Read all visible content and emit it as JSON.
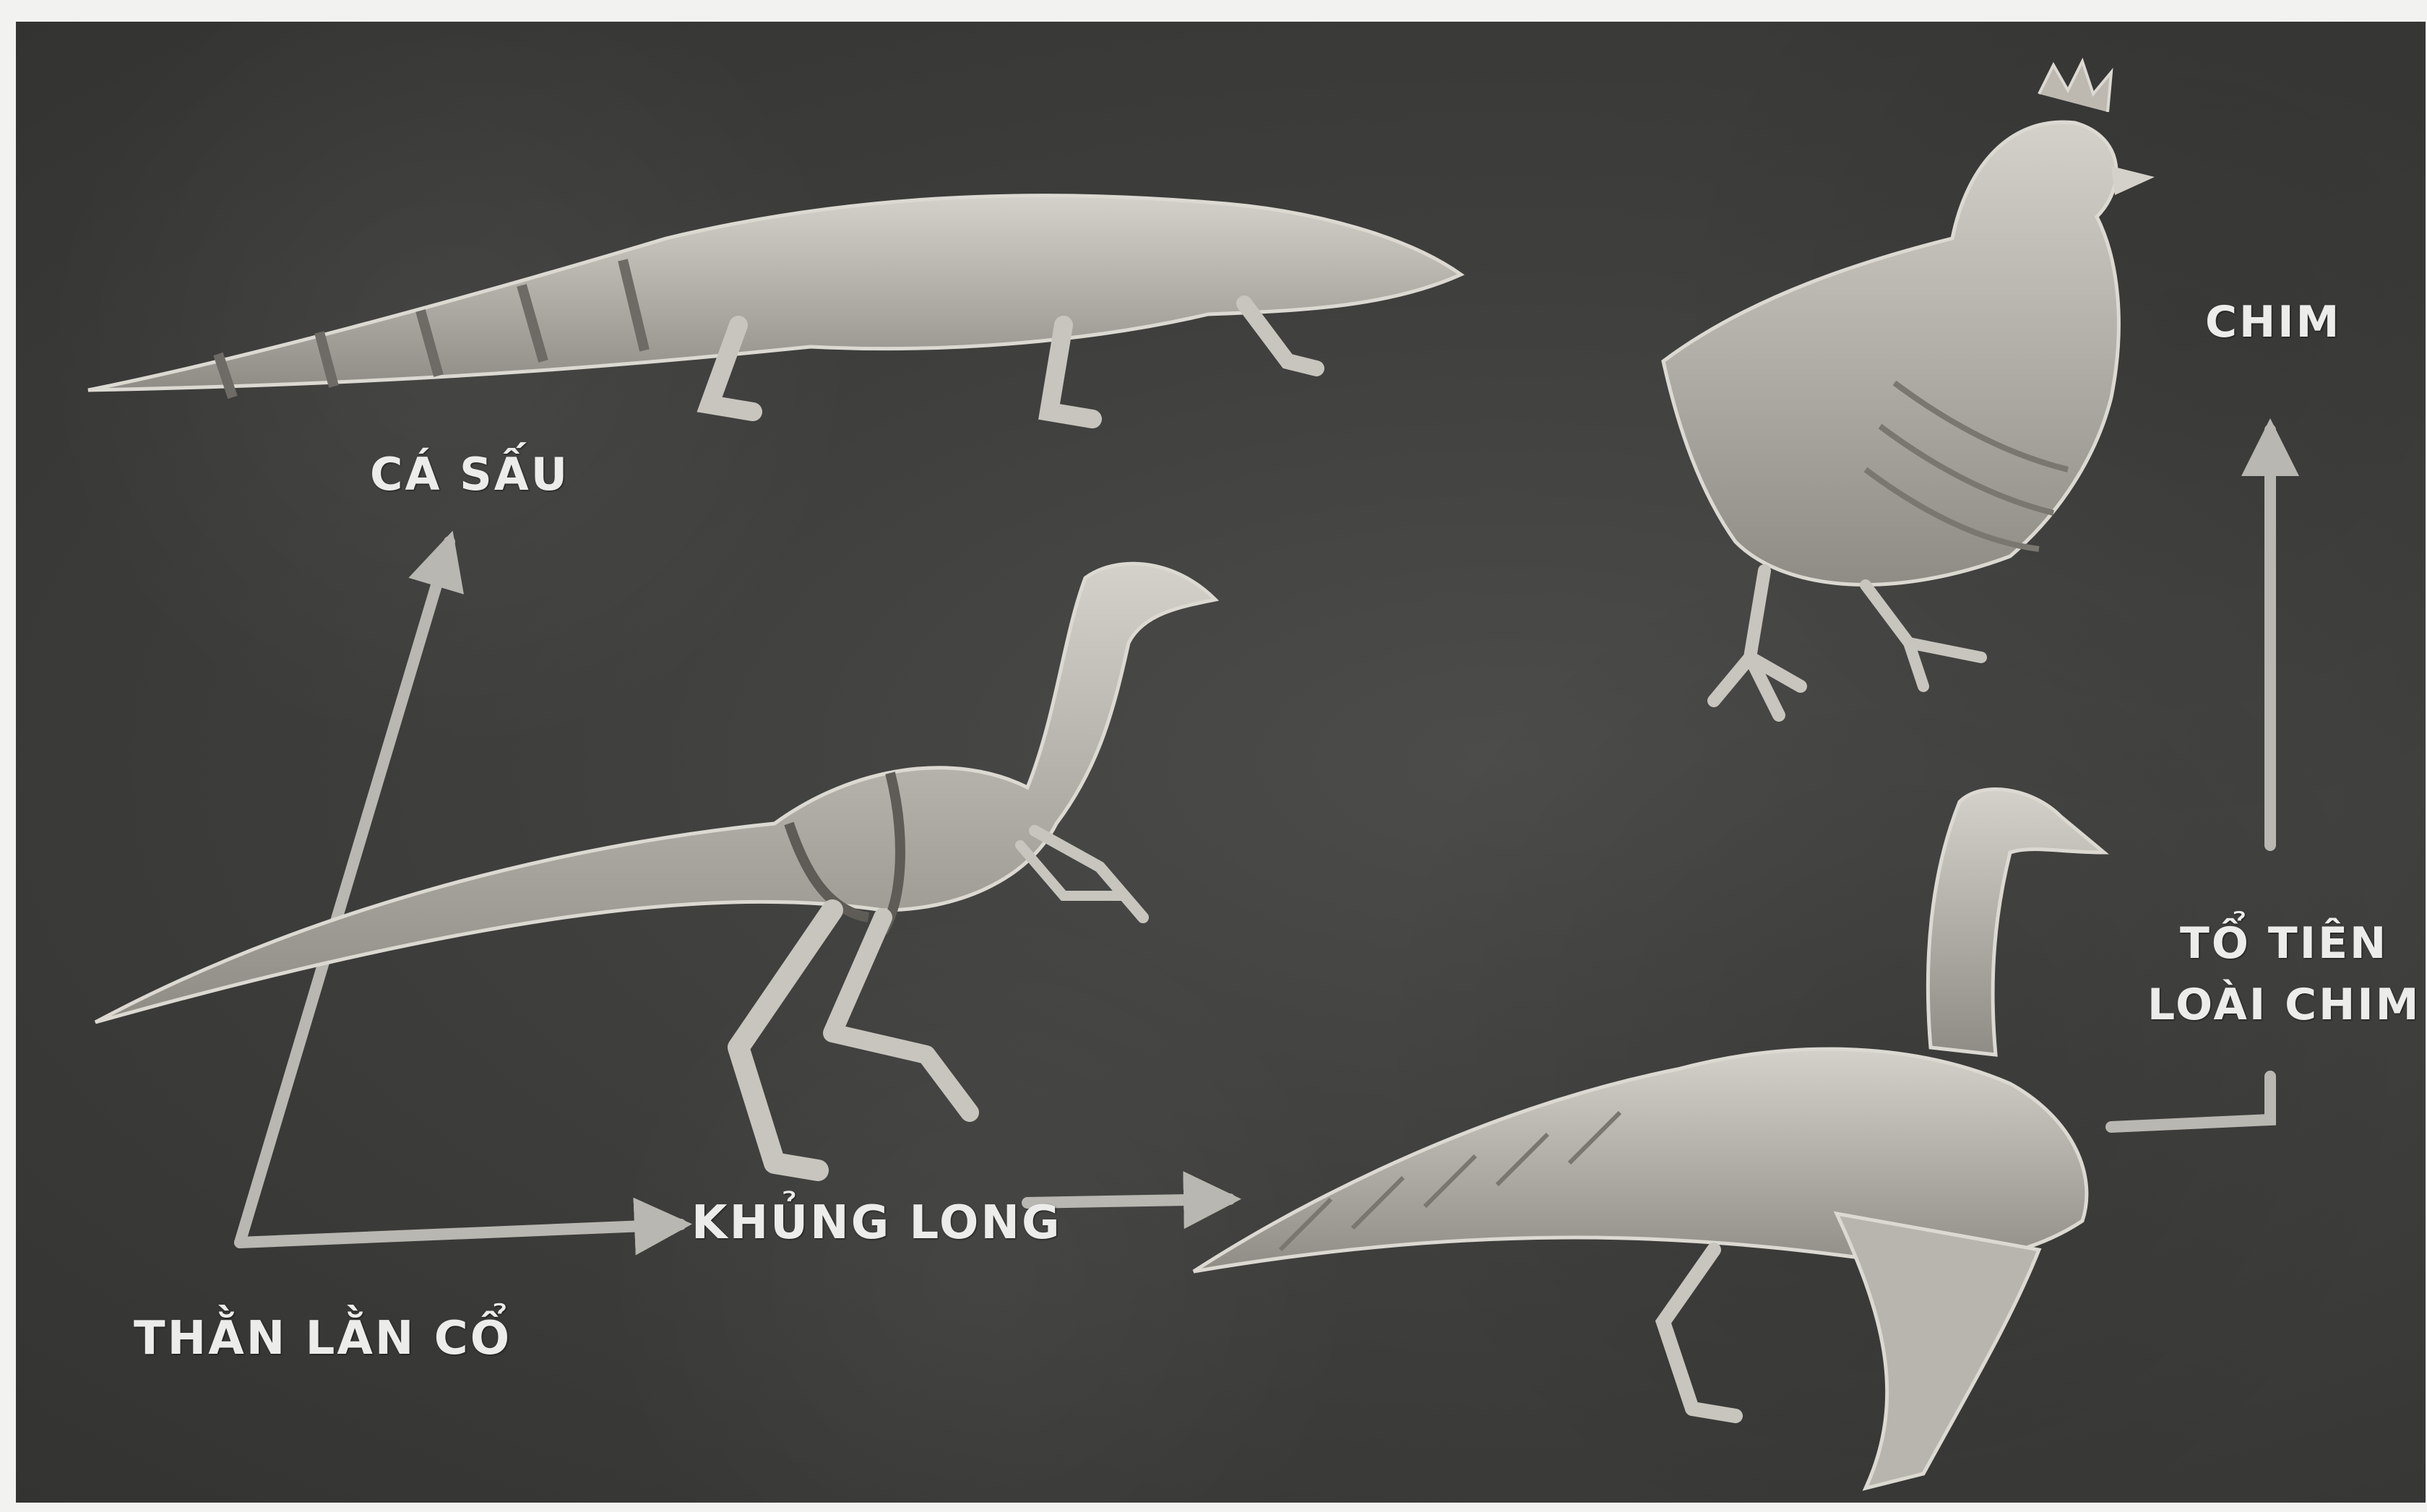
{
  "labels": {
    "ancestor_reptile": "THẰN LẰN CỔ",
    "crocodile": "CÁ SẤU",
    "dinosaur": "KHỦNG LONG",
    "bird": "CHIM",
    "bird_ancestor_line1": "TỔ TIÊN",
    "bird_ancestor_line2": "LOÀI CHIM"
  },
  "colors": {
    "background": "#3f3f3d",
    "arrow": "#b9b7b1",
    "figure": "#c8c5be",
    "text": "#ececea"
  }
}
